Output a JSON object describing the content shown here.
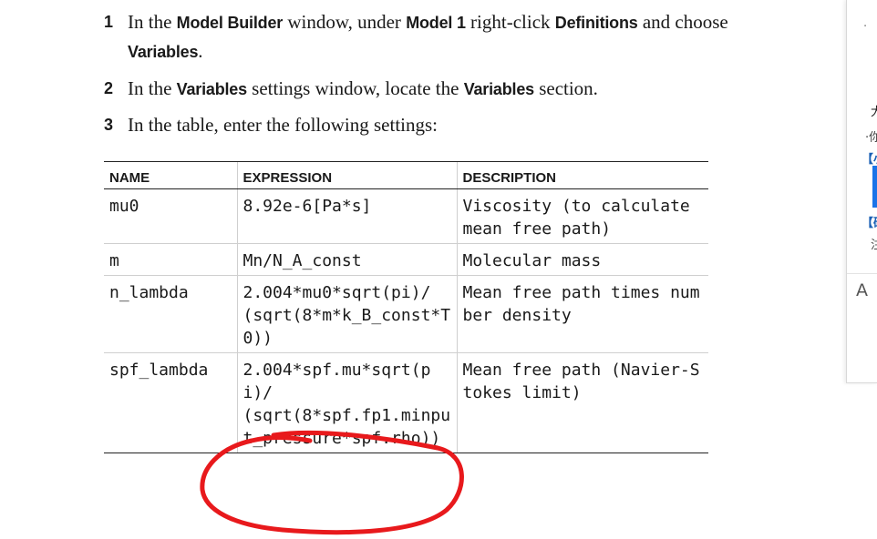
{
  "steps": [
    {
      "num": "1",
      "t1": "In the ",
      "b1": "Model Builder",
      "t2": " window, under ",
      "b2": "Model 1",
      "t3": " right-click ",
      "b3": "Definitions",
      "t4": " and choose ",
      "b4": "Variables",
      "t5": "."
    },
    {
      "num": "2",
      "t1": "In the ",
      "b1": "Variables",
      "t2": " settings window, locate the ",
      "b2": "Variables",
      "t3": " section."
    },
    {
      "num": "3",
      "t1": "In the table, enter the following settings:"
    }
  ],
  "table": {
    "headers": [
      "NAME",
      "EXPRESSION",
      "DESCRIPTION"
    ],
    "rows": [
      [
        "mu0",
        "8.92e-6[Pa*s]",
        "Viscosity (to calculate mean free path)"
      ],
      [
        "m",
        "Mn/N_A_const",
        "Molecular mass"
      ],
      [
        "n_lambda",
        "2.004*mu0*sqrt(pi)/\n(sqrt(8*m*k_B_const*T0))",
        "Mean free path times number density"
      ],
      [
        "spf_lambda",
        "2.004*spf.mu*sqrt(pi)/\n(sqrt(8*spf.fp1.minput_pressure*spf.rho))",
        "Mean free path (Navier-Stokes limit)"
      ]
    ]
  },
  "annotation": {
    "color": "#e8191c"
  },
  "sidebar": {
    "frag_dot": "·",
    "frag_1": "大",
    "frag_2": "·你",
    "frag_3": "【小",
    "frag_4": "【硕",
    "frag_5": "注",
    "font_icon": "A",
    "accent": "#1a73e8"
  }
}
